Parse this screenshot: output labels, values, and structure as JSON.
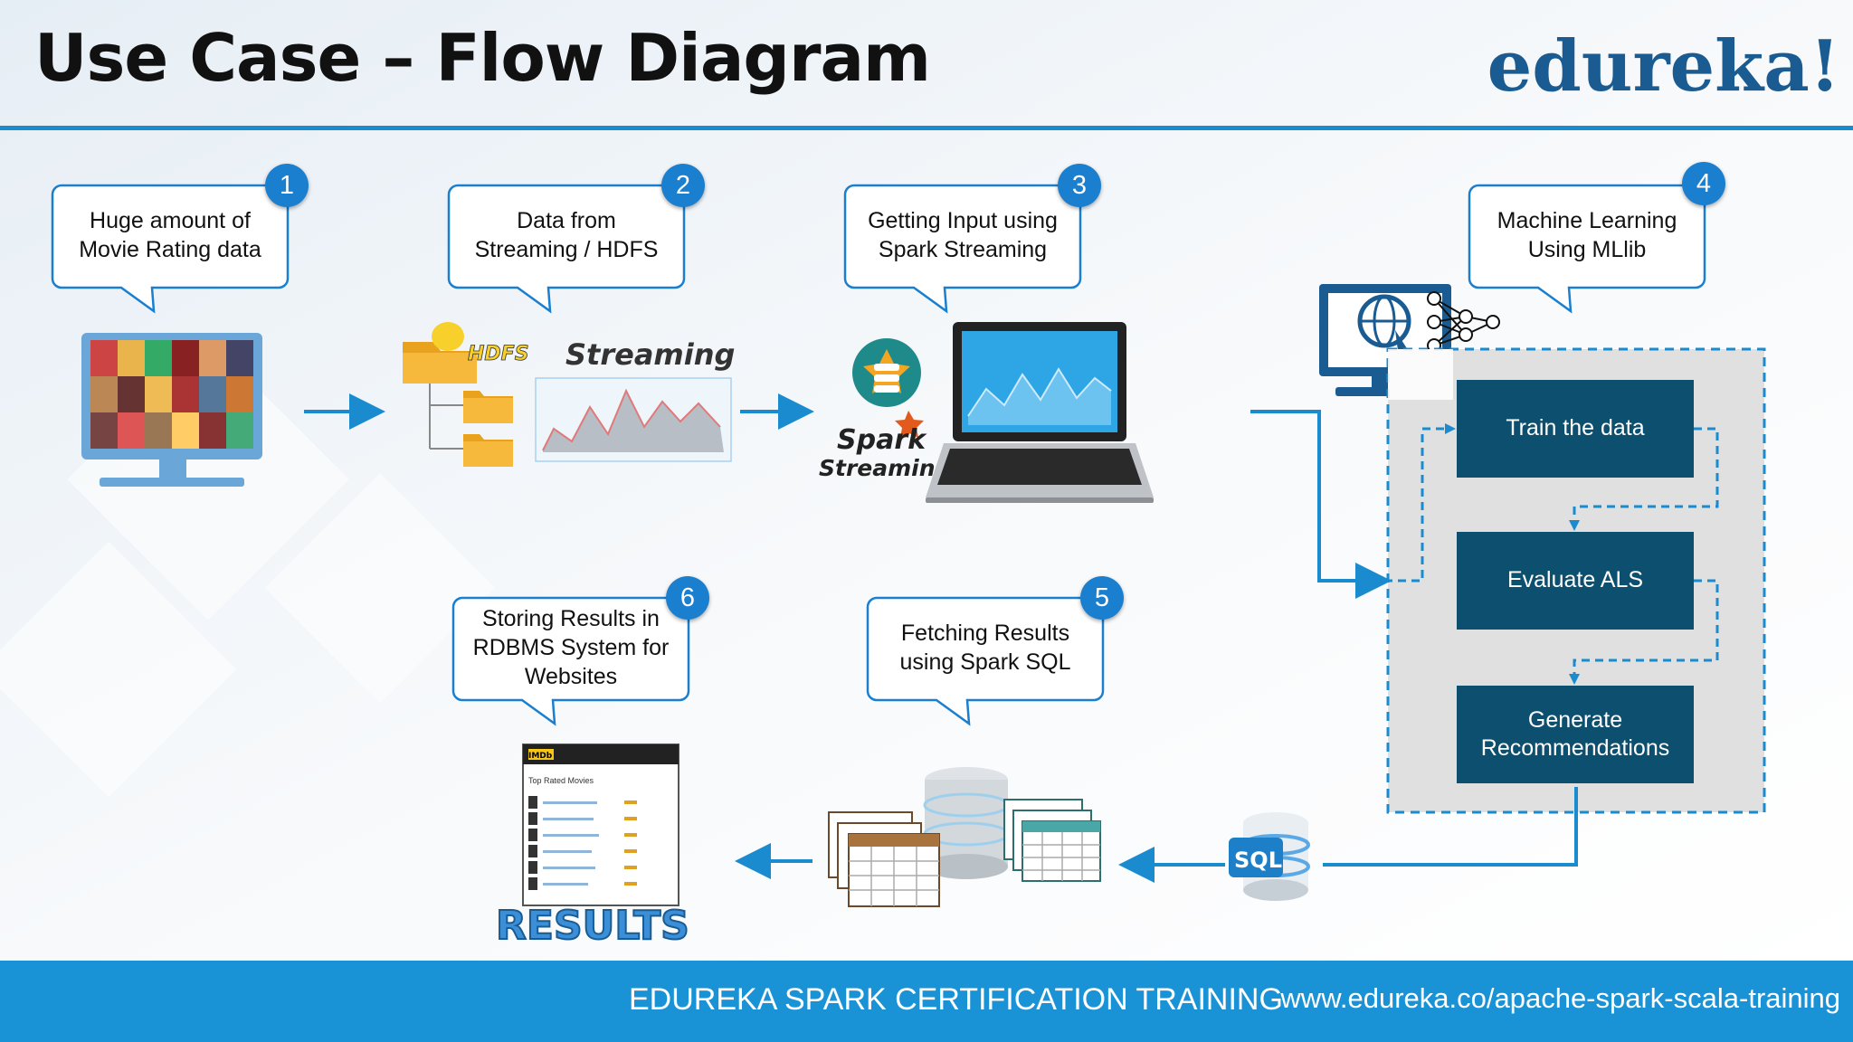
{
  "header": {
    "title": "Use Case – Flow Diagram",
    "logo": "edureka!"
  },
  "steps": [
    {
      "number": "1",
      "text": "Huge amount of\nMovie Rating data"
    },
    {
      "number": "2",
      "text": "Data from\nStreaming / HDFS"
    },
    {
      "number": "3",
      "text": "Getting Input using\nSpark Streaming"
    },
    {
      "number": "4",
      "text": "Machine Learning\nUsing MLlib"
    },
    {
      "number": "5",
      "text": "Fetching Results\nusing Spark SQL"
    },
    {
      "number": "6",
      "text": "Storing Results in\nRDBMS System for\nWebsites"
    }
  ],
  "ml_pipeline": [
    "Train the data",
    "Evaluate ALS",
    "Generate\nRecommendations"
  ],
  "labels": {
    "hdfs": "HDFS",
    "streaming": "Streaming",
    "spark": "Spark",
    "spark_streaming": "Streaming",
    "sql": "SQL",
    "imdb": "IMDb",
    "imdb_page": "Top Rated Movies",
    "results": "RESULTS"
  },
  "footer": {
    "left": "EDUREKA SPARK CERTIFICATION TRAINING",
    "right": "www.edureka.co/apache-spark-scala-training"
  },
  "colors": {
    "accent": "#1b8bd0",
    "badge": "#1b7fcf",
    "ml_box": "#0d4f6e",
    "footer": "#1993d6",
    "logo": "#1a5c91"
  }
}
